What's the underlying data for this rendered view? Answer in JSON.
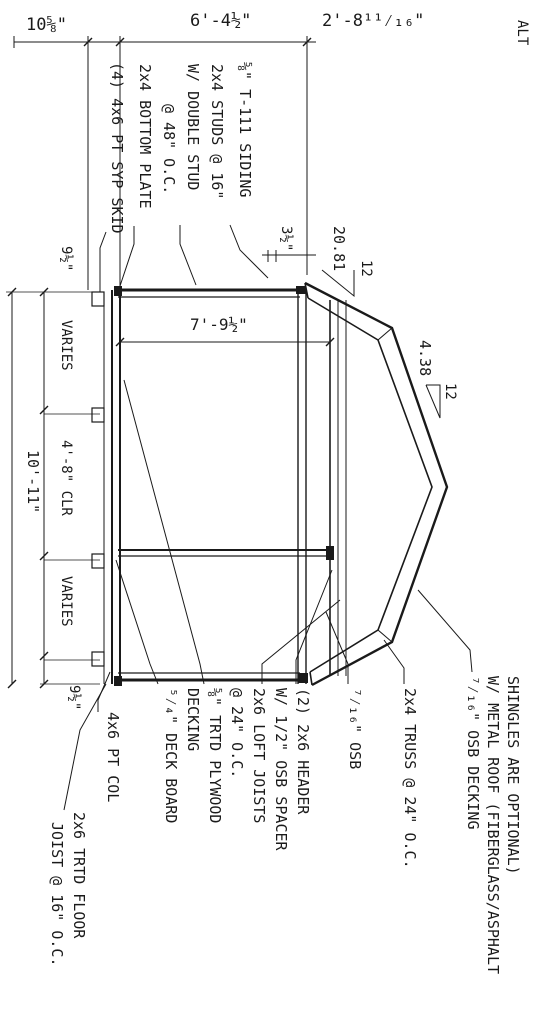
{
  "top_dims": {
    "d1": "10⅝\"",
    "d2": "6'-4½\"",
    "d3": "2'-8¹¹⁄₁₆\""
  },
  "corner_text": "ALT",
  "wall_labels": {
    "siding": "⅝\" T-111 SIDING",
    "studs_1": "2x4 STUDS @ 16\"",
    "studs_2": "W/ DOUBLE STUD",
    "studs_3": "@ 48\" O.C.",
    "bottom_plate": "2x4 BOTTOM PLATE",
    "skid": "(4) 4x6 PT SYP SKID"
  },
  "small_dims": {
    "plate_half": "3½\"",
    "skid_left": "9½\"",
    "skid_right": "9½\""
  },
  "slopes": {
    "lower_rise": "20.81",
    "lower_run": "12",
    "upper_rise": "4.38",
    "upper_run": "12"
  },
  "interior": {
    "height": "7'-9½\""
  },
  "floor_dims": {
    "overall": "10'-11\"",
    "varies_1": "VARIES",
    "clear": "4'-8\" CLR",
    "varies_2": "VARIES"
  },
  "roof_note": {
    "l1": "⁷⁄₁₆\" OSB DECKING",
    "l2": "W/ METAL ROOF (FIBERGLASS/ASPHALT",
    "l3": "SHINGLES ARE OPTIONAL)"
  },
  "right_labels": {
    "truss": "2x4 TRUSS @ 24\" O.C.",
    "osb": "⁷⁄₁₆\" OSB",
    "header_1": "(2) 2x6 HEADER",
    "header_2": "W/ 1/2\" OSB SPACER",
    "loft_1": "2x6 LOFT JOISTS",
    "loft_2": "@ 24\" O.C.",
    "plywood_1": "⅝\" TRTD PLYWOOD",
    "plywood_2": "DECKING",
    "deck": "⁵⁄₄\" DECK BOARD",
    "col": "4x6 PT COL",
    "joist_1": "2x6 TRTD FLOOR",
    "joist_2": "JOIST @ 16\" O.C."
  }
}
